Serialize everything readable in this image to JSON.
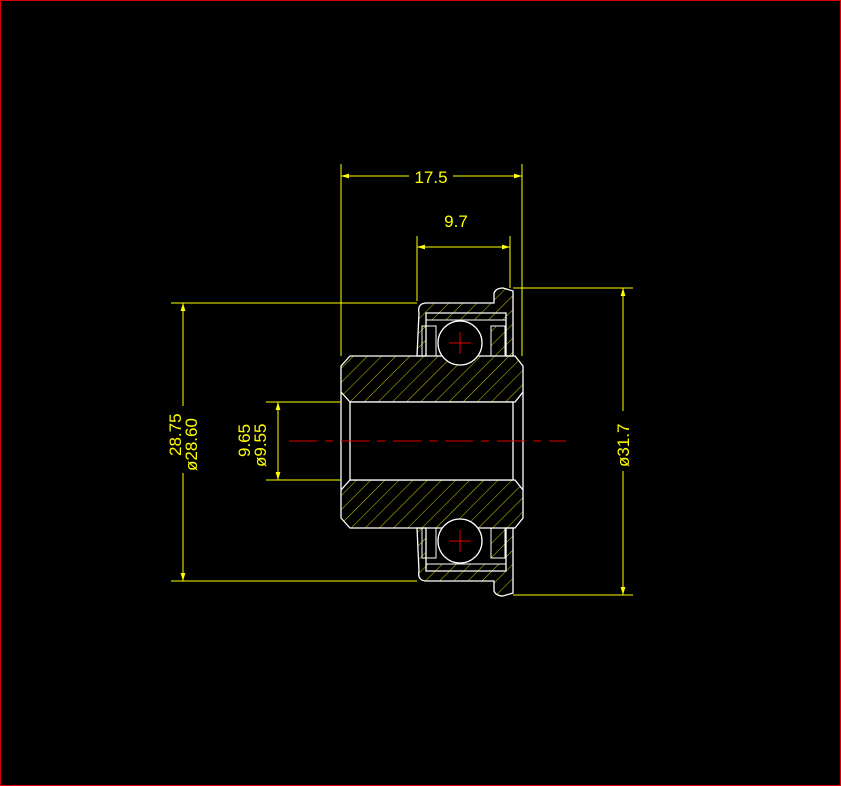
{
  "drawing": {
    "title": "Flanged bearing roller cross-section",
    "colors": {
      "background": "#000000",
      "border": "#e00000",
      "dimension": "#ffff00",
      "object": "#ffffff",
      "centerline": "#e00000"
    },
    "dimensions": {
      "overall_width": "17.5",
      "bearing_width": "9.7",
      "bearing_od_max": "28.75",
      "bearing_od_min": "ø28.60",
      "bore_max": "9.65",
      "bore_min": "ø9.55",
      "flange_od": "ø31.7"
    }
  }
}
